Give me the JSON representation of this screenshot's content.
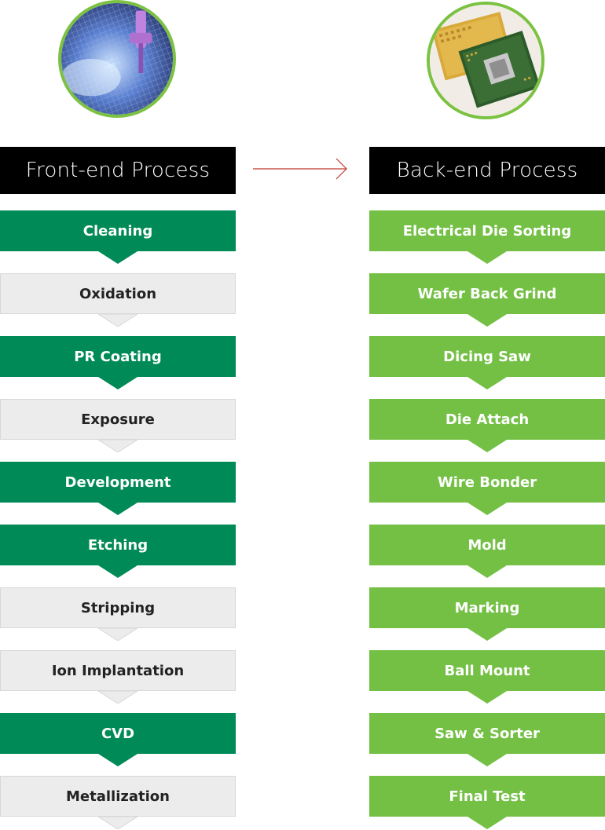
{
  "header_left": "Front-end Process",
  "header_right": "Back-end Process",
  "colors": {
    "dark_green": "#008a57",
    "lime_green": "#74c045",
    "light_gray": "#ececec",
    "arrow_red": "#c0392b"
  },
  "front_end_steps": [
    {
      "label": "Cleaning",
      "style": "dark"
    },
    {
      "label": "Oxidation",
      "style": "light"
    },
    {
      "label": "PR Coating",
      "style": "dark"
    },
    {
      "label": "Exposure",
      "style": "light"
    },
    {
      "label": "Development",
      "style": "dark"
    },
    {
      "label": "Etching",
      "style": "dark"
    },
    {
      "label": "Stripping",
      "style": "light"
    },
    {
      "label": "Ion Implantation",
      "style": "light"
    },
    {
      "label": "CVD",
      "style": "dark"
    },
    {
      "label": "Metallization",
      "style": "light"
    }
  ],
  "back_end_steps": [
    {
      "label": "Electrical Die Sorting",
      "style": "lime"
    },
    {
      "label": "Wafer Back Grind",
      "style": "lime"
    },
    {
      "label": "Dicing Saw",
      "style": "lime"
    },
    {
      "label": "Die Attach",
      "style": "lime"
    },
    {
      "label": "Wire Bonder",
      "style": "lime"
    },
    {
      "label": "Mold",
      "style": "lime"
    },
    {
      "label": "Marking",
      "style": "lime"
    },
    {
      "label": "Ball Mount",
      "style": "lime"
    },
    {
      "label": "Saw & Sorter",
      "style": "lime"
    },
    {
      "label": "Final Test",
      "style": "lime"
    }
  ]
}
